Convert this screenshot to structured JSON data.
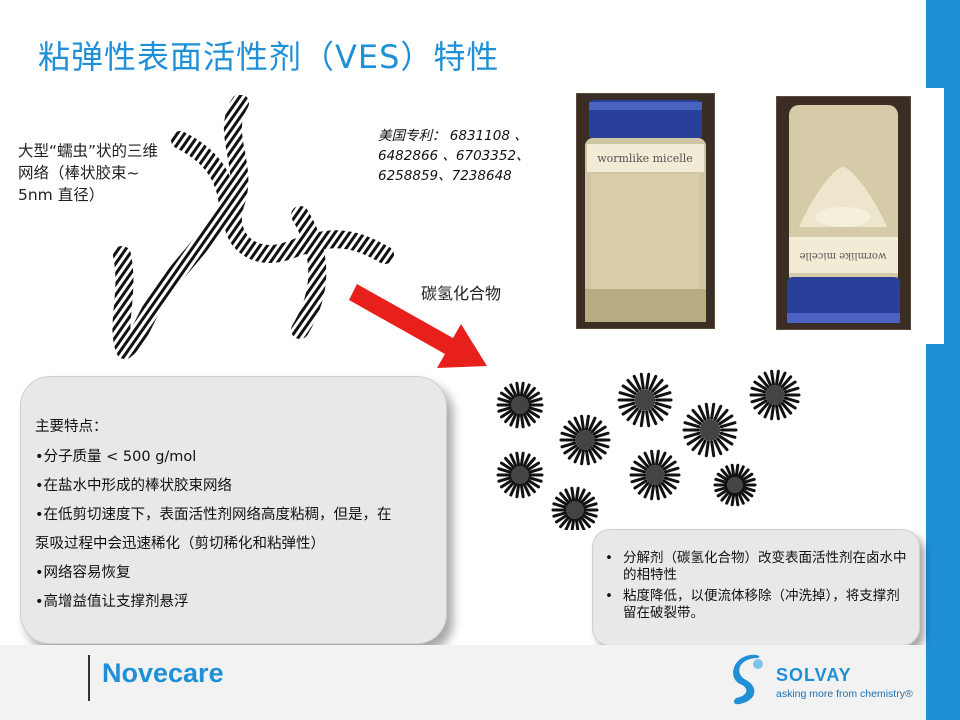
{
  "title": "粘弹性表面活性剂（VES）特性",
  "wormlike_label": "大型“蠕虫”状的三维\n网络（棒状胶束~\n5nm 直径）",
  "patents": "美国专利： 6831108 、6482866 、6703352、6258859、7238648",
  "hydrocarbon_label": "碳氢化合物",
  "photos": {
    "vial_1_label": "wormlike micelle",
    "vial_2_label": "wormlike micelle"
  },
  "features_box": {
    "heading": "主要特点：",
    "items": [
      "•分子质量 < 500 g/mol",
      "•在盐水中形成的棒状胶束网络",
      "•在低剪切速度下，表面活性剂网络高度粘稠，但是，在",
      "泵吸过程中会迅速稀化（剪切稀化和粘弹性）",
      "•网络容易恢复",
      "•高增益值让支撑剂悬浮"
    ]
  },
  "notes_box": {
    "bullet": "•",
    "items": [
      "分解剂（碳氢化合物）改变表面活性剂在卤水中的相特性",
      "粘度降低，以便流体移除（冲洗掉），将支撑剂留在破裂带。"
    ]
  },
  "footer": {
    "brand": "Novecare",
    "company": "SOLVAY",
    "tagline": "asking more from chemistry®"
  },
  "colors": {
    "accent_blue": "#1f8fd6",
    "arrow_red": "#e8201c",
    "box_grey": "#e8e8e8"
  },
  "icons": {
    "arrow": "red-diagonal-arrow-icon",
    "logo": "solvay-s-logo-icon"
  }
}
